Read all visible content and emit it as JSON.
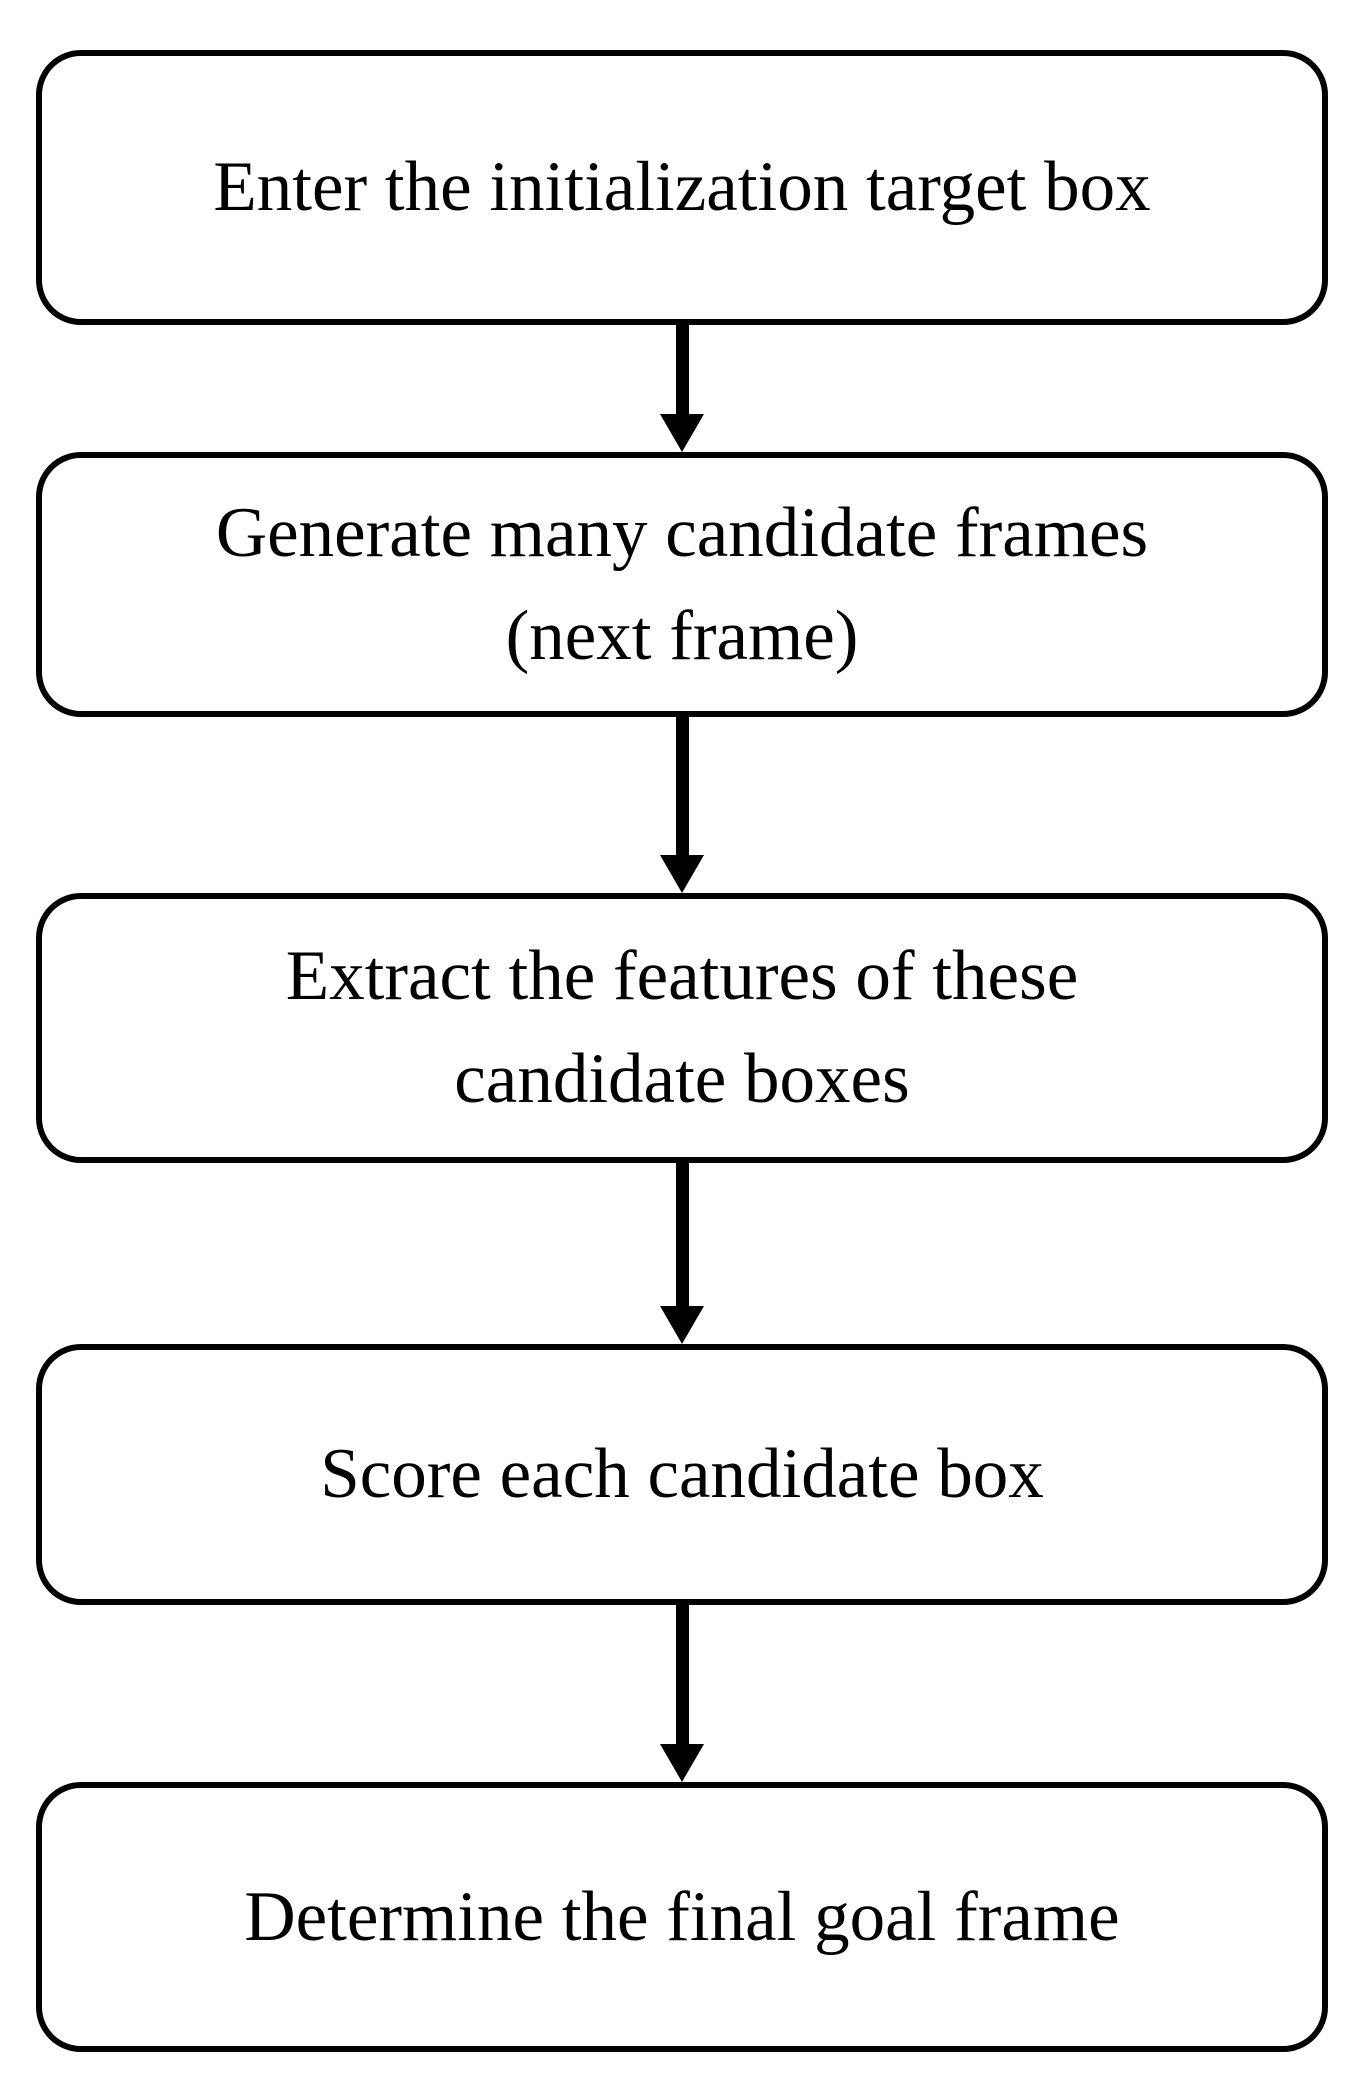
{
  "diagram": {
    "type": "flowchart",
    "direction": "top-down",
    "colors": {
      "background": "#ffffff",
      "node_fill": "#ffffff",
      "node_border": "#000000",
      "text": "#000000",
      "arrow": "#000000"
    },
    "nodes": [
      {
        "id": "step-1",
        "lines": [
          "Enter the initialization target box"
        ]
      },
      {
        "id": "step-2",
        "lines": [
          "Generate many candidate frames",
          "(next frame)"
        ]
      },
      {
        "id": "step-3",
        "lines": [
          "Extract the features of these",
          "candidate boxes"
        ]
      },
      {
        "id": "step-4",
        "lines": [
          "Score each candidate box"
        ]
      },
      {
        "id": "step-5",
        "lines": [
          "Determine the final goal frame"
        ]
      }
    ],
    "edges": [
      {
        "from": "step-1",
        "to": "step-2",
        "style": "solid-down-arrow"
      },
      {
        "from": "step-2",
        "to": "step-3",
        "style": "solid-down-arrow"
      },
      {
        "from": "step-3",
        "to": "step-4",
        "style": "solid-down-arrow"
      },
      {
        "from": "step-4",
        "to": "step-5",
        "style": "solid-down-arrow"
      }
    ]
  }
}
